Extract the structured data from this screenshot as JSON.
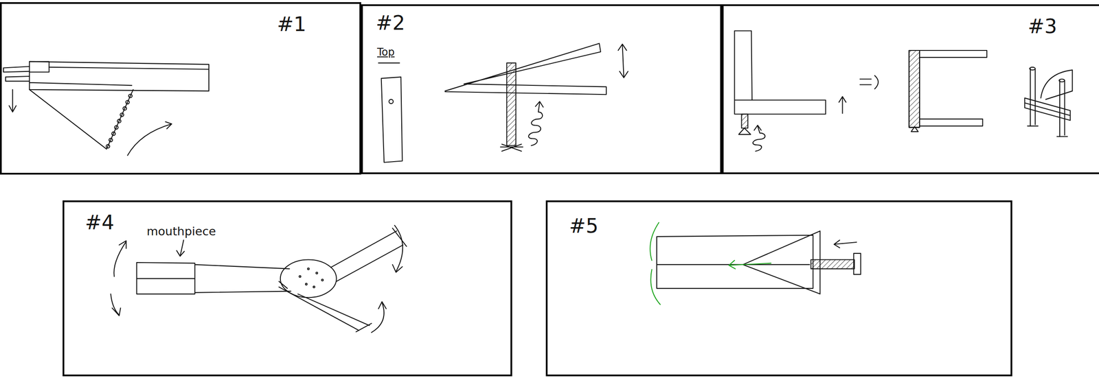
{
  "diagram": {
    "nodes": [
      {
        "text": [
          "#1"
        ]
      },
      {
        "text": [
          "#2"
        ]
      },
      {
        "text": [
          "#3"
        ]
      },
      {
        "text": [
          "#4"
        ]
      },
      {
        "text": [
          "#5"
        ]
      }
    ],
    "labels": [
      "Top",
      "mouthpiece"
    ]
  }
}
